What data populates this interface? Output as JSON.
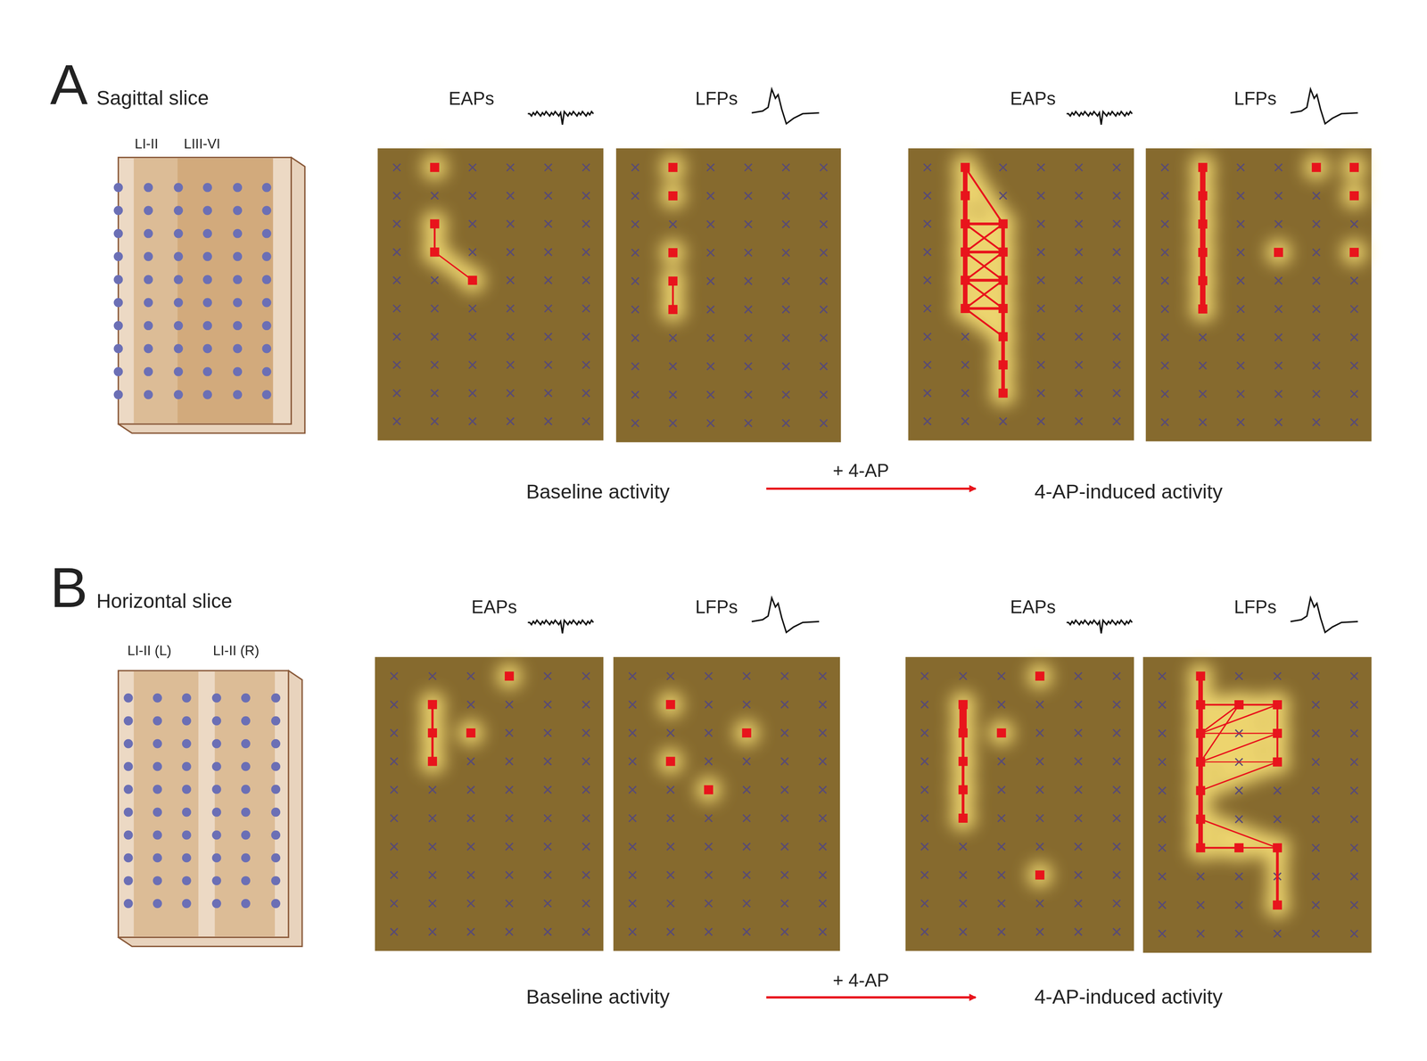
{
  "diagram": {
    "labels": [
      "A",
      "Sagittal slice",
      "LI-II",
      "LIII-VI",
      "EAPs",
      "LFPs",
      "EAPs",
      "LFPs",
      "Baseline activity",
      "+ 4-AP",
      "4-AP-induced activity",
      "B",
      "Horizontal slice",
      "LI-II (L)",
      "LI-II (R)",
      "EAPs",
      "LFPs",
      "EAPs",
      "LFPs",
      "Baseline activity",
      "+ 4-AP",
      "4-AP-induced activity"
    ]
  }
}
